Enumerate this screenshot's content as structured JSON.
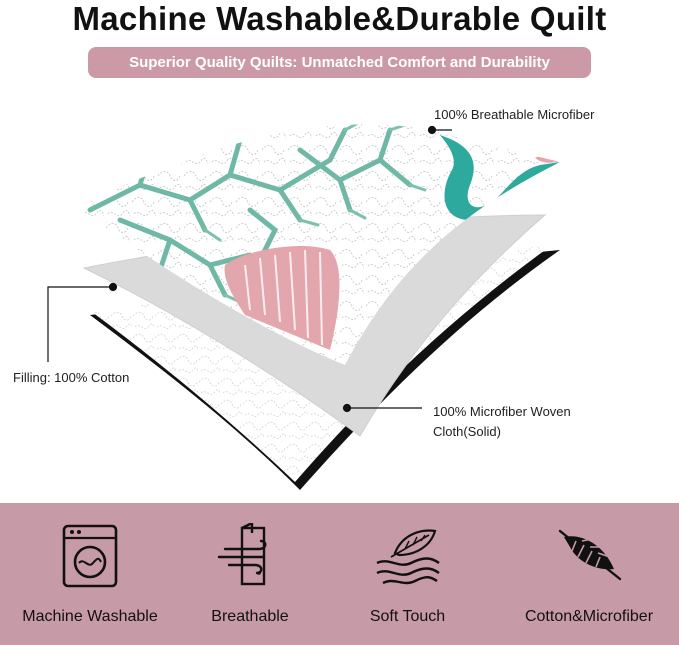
{
  "header": {
    "title": "Machine Washable&Durable Quilt",
    "subtitle": "Superior Quality Quilts: Unmatched Comfort and Durability"
  },
  "layers": {
    "top_label": "100% Breathable Microfiber",
    "middle_label": "Filling: 100% Cotton",
    "bottom_label_line1": "100% Microfiber Woven",
    "bottom_label_line2": "Cloth(Solid)"
  },
  "features": [
    {
      "label": "Machine Washable",
      "icon": "washing-machine-icon"
    },
    {
      "label": "Breathable",
      "icon": "breathable-door-icon"
    },
    {
      "label": "Soft Touch",
      "icon": "feather-wave-icon"
    },
    {
      "label": "Cotton&Microfiber",
      "icon": "leaf-icon"
    }
  ],
  "colors": {
    "brand_pink": "#c79aa7",
    "coral_teal": "#6fb8a5",
    "coral_pink": "#e4a6ad",
    "filling_gray": "#dcdcdc"
  }
}
